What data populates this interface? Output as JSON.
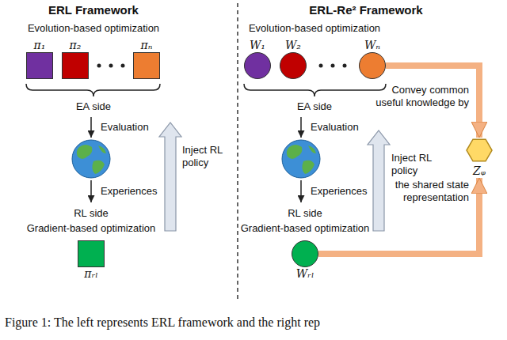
{
  "diagram": {
    "caption": "Figure 1: The left represents ERL framework and the right rep",
    "nodes": [
      {
        "text": [
          "π₁"
        ]
      },
      {
        "text": [
          "π₂"
        ]
      },
      {
        "text": [
          "πₙ"
        ]
      },
      {
        "text": [
          "πᵣₗ"
        ]
      },
      {
        "text": [
          "W₁"
        ]
      },
      {
        "text": [
          "W₂"
        ]
      },
      {
        "text": [
          "Wₙ"
        ]
      },
      {
        "text": [
          "Wᵣₗ"
        ]
      },
      {
        "text": [
          "Zᵩ"
        ]
      }
    ],
    "edges": [
      {
        "from": 6,
        "to": 8,
        "arrow": "to"
      },
      {
        "from": 7,
        "to": 8,
        "arrow": "to"
      }
    ],
    "labels": [
      "ERL Framework",
      "Evolution-based optimization",
      "EA side",
      "Evaluation",
      "Experiences",
      "Inject RL policy",
      "RL side",
      "Gradient-based optimization",
      "ERL-Re² Framework",
      "Evolution-based optimization",
      "EA side",
      "Evaluation",
      "Experiences",
      "Inject RL policy",
      "RL side",
      "Gradient-based optimization",
      "Convey common useful knowledge by",
      "the shared state representation"
    ]
  }
}
